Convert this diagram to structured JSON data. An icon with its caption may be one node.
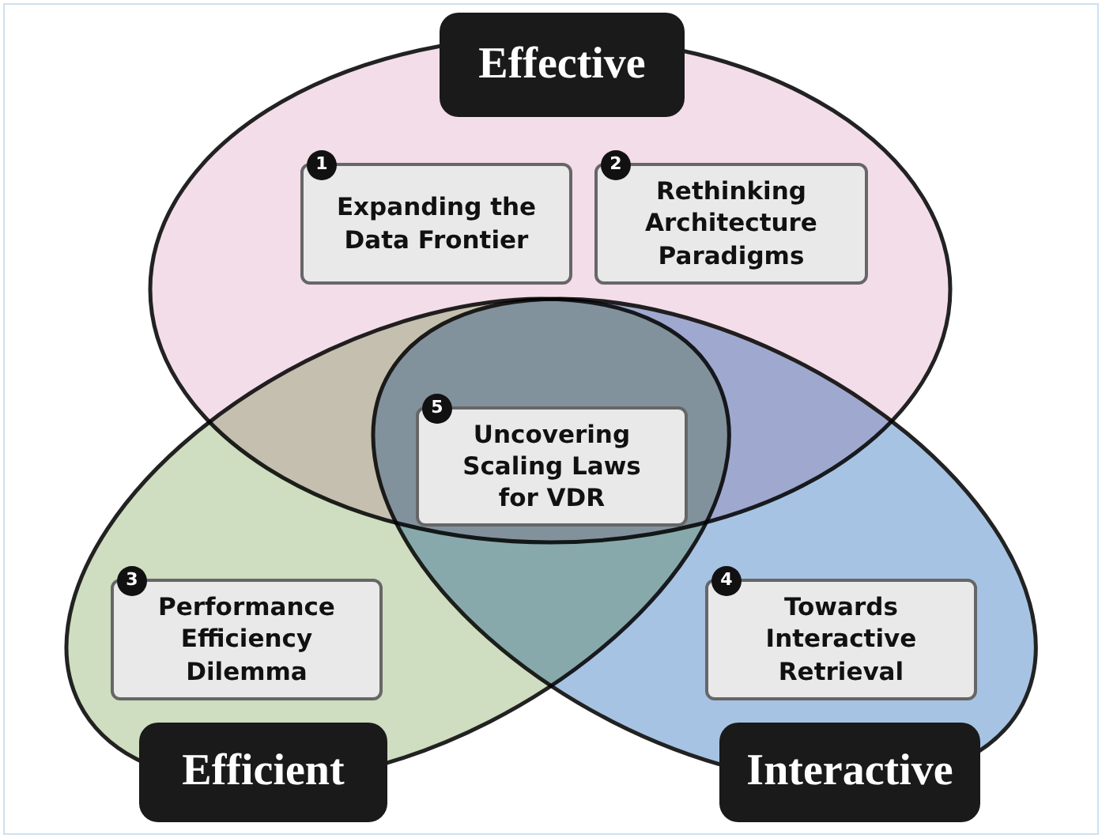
{
  "diagram": {
    "nodes": [
      {
        "text": [
          "Effective"
        ]
      },
      {
        "text": [
          "Efficient"
        ]
      },
      {
        "text": [
          "Interactive"
        ]
      },
      {
        "text": [
          "1",
          "Expanding the Data Frontier"
        ],
        "in": 0
      },
      {
        "text": [
          "2",
          "Rethinking Architecture Paradigms"
        ],
        "in": 0
      },
      {
        "text": [
          "3",
          "Performance Efficiency Dilemma"
        ],
        "in": 1
      },
      {
        "text": [
          "4",
          "Towards Interactive Retrieval"
        ],
        "in": 2
      },
      {
        "text": [
          "5",
          "Uncovering Scaling Laws for VDR"
        ]
      }
    ]
  }
}
